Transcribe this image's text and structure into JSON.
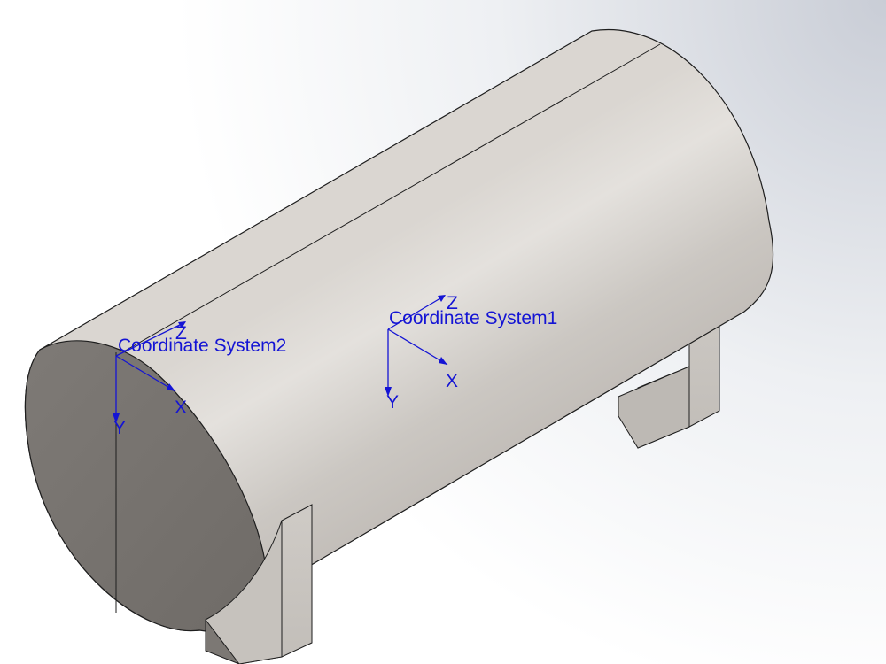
{
  "viewport": {
    "background_top": "#c9cdd6",
    "background_bottom": "#ffffff",
    "model_face_color": "#cfcbc6",
    "model_end_cap_color": "#7b7773",
    "model_edge_color": "#1e1e1e",
    "triad_color": "#1414d4"
  },
  "coordinate_systems": [
    {
      "name": "Coordinate System1",
      "axes": {
        "x": "X",
        "y": "Y",
        "z": "Z"
      }
    },
    {
      "name": "Coordinate System2",
      "axes": {
        "x": "X",
        "y": "Y",
        "z": "Z"
      }
    }
  ]
}
